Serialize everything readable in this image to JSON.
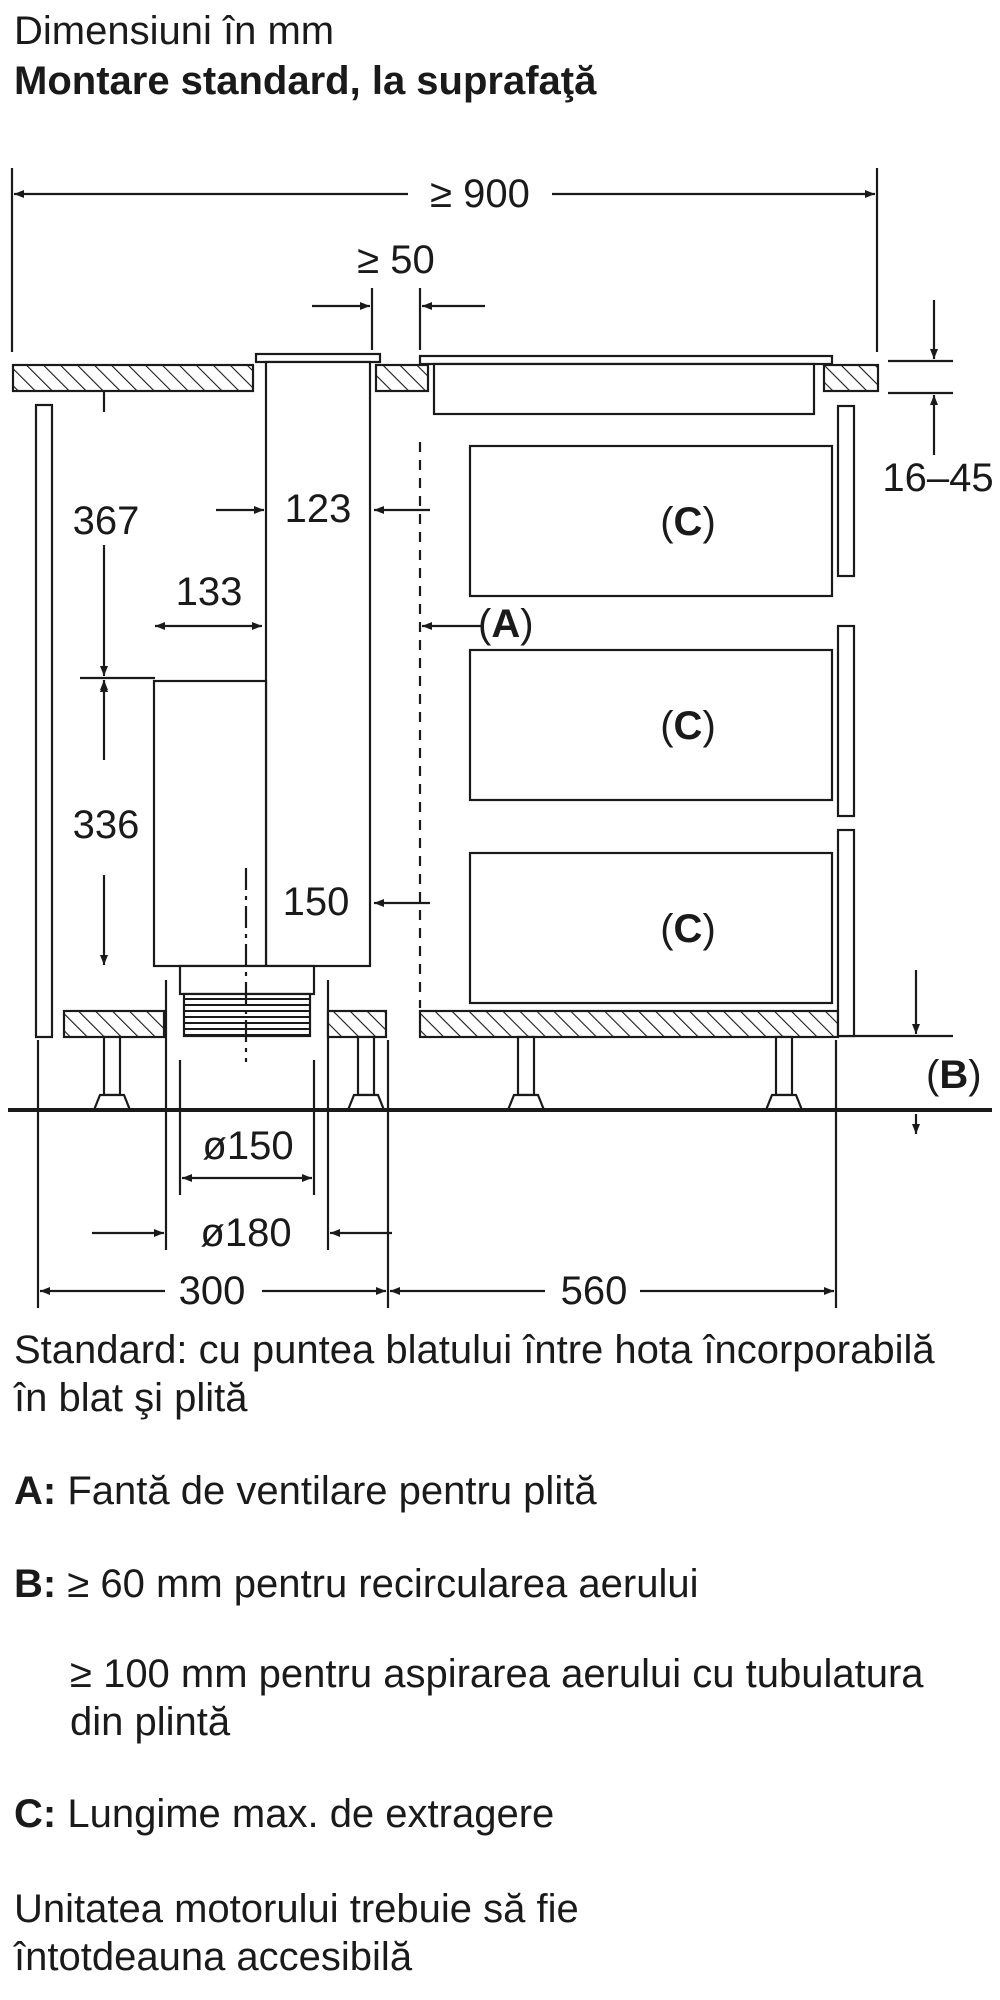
{
  "header": {
    "line1": "Dimensiuni în mm",
    "line2": "Montare standard, la suprafaţă"
  },
  "dimensions": {
    "total_width": "≥ 900",
    "gap": "≥ 50",
    "countertop_thickness": "16–45",
    "height_upper": "367",
    "height_lower": "336",
    "width_133": "133",
    "width_123": "123",
    "width_150": "150",
    "dia_150": "ø150",
    "dia_180": "ø180",
    "width_300": "300",
    "width_560": "560"
  },
  "callouts": {
    "a": "A",
    "b": "B",
    "c": "C"
  },
  "notes": {
    "standard": "Standard: cu puntea blatului între hota încorporabilă în blat şi plită",
    "a_label": "A:",
    "a_text": "Fantă de ventilare pentru plită",
    "b_label": "B:",
    "b_text": "≥ 60 mm pentru recircularea aerului",
    "b_text2": "≥ 100 mm pentru aspirarea aerului cu tubulatura din plintă",
    "c_label": "C:",
    "c_text": "Lungime max. de extragere",
    "footer": "Unitatea motorului trebuie să fie întotdeauna accesibilă"
  }
}
